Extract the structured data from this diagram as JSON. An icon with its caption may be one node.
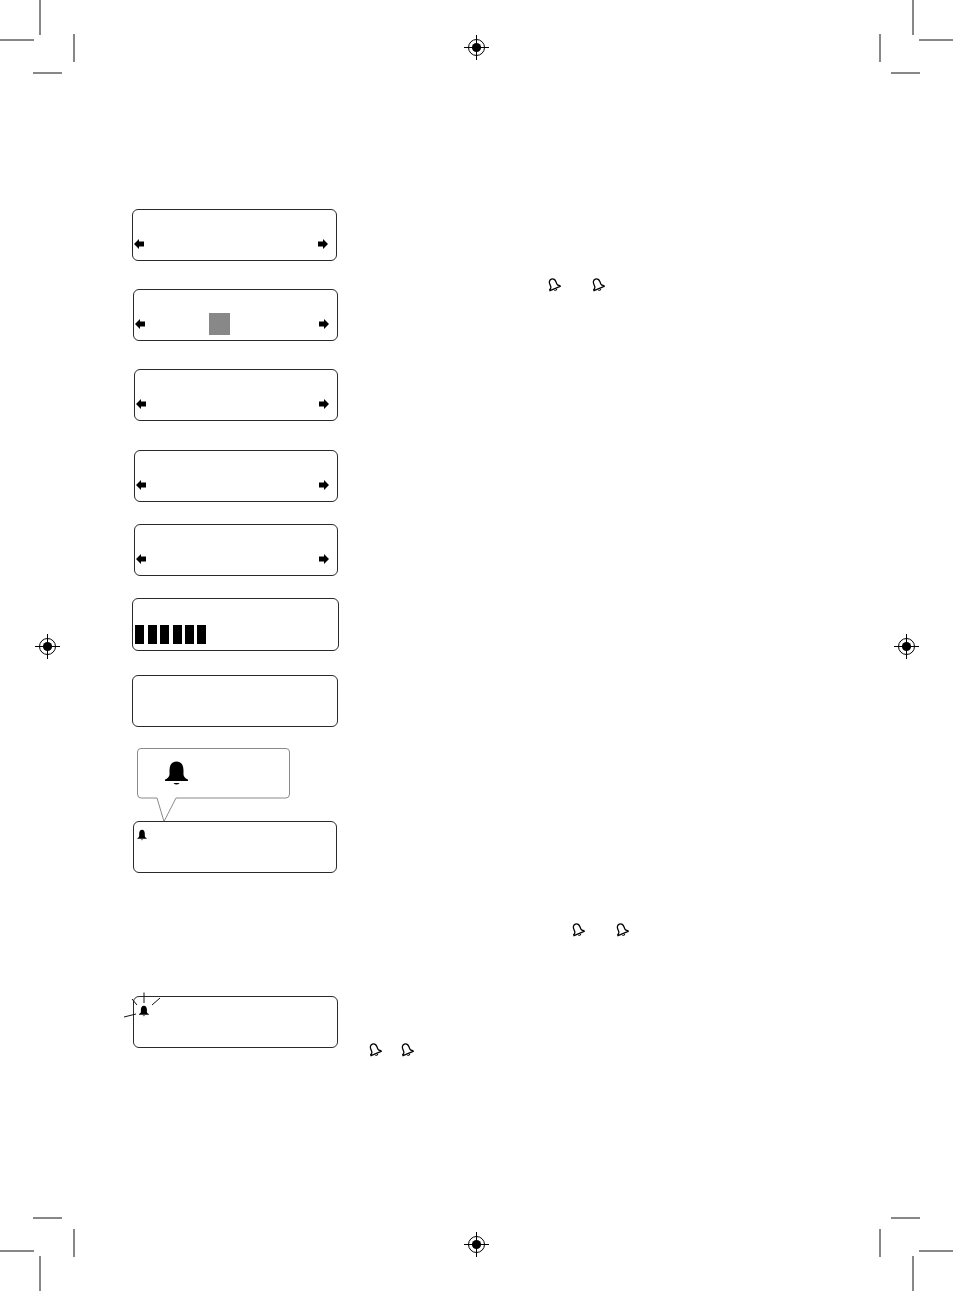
{
  "diagram": {
    "nodes": [
      {
        "text": [],
        "shape": "box"
      },
      {
        "text": [],
        "shape": "box"
      },
      {
        "text": [],
        "shape": "box"
      },
      {
        "text": [],
        "shape": "box"
      },
      {
        "text": [],
        "shape": "box"
      },
      {
        "text": [],
        "shape": "box"
      },
      {
        "text": [],
        "shape": "box"
      },
      {
        "text": [],
        "shape": "bubble"
      },
      {
        "text": [],
        "shape": "box"
      },
      {
        "text": [],
        "shape": "box"
      }
    ]
  }
}
